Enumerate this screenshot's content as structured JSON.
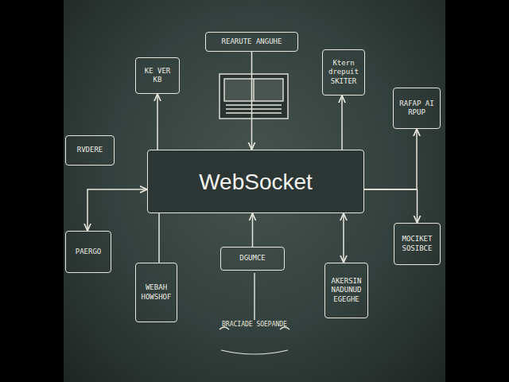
{
  "diagram": {
    "nodes": [
      {
        "text": [
          "REARUTE ANGUHE"
        ]
      },
      {
        "text": [
          "KE VER KB"
        ]
      },
      {
        "text": [
          "Ktern drepuit SKITER"
        ]
      },
      {
        "text": [
          "RAFAP AI RPUP"
        ]
      },
      {
        "text": [
          "RVDERE"
        ]
      },
      {
        "text": [
          "WebSocket"
        ]
      },
      {
        "text": [
          "PAERGO"
        ]
      },
      {
        "text": [
          "WEBAH HOWSHOF"
        ]
      },
      {
        "text": [
          "DGUMCE"
        ]
      },
      {
        "text": [
          "AKERSIN NADUNUD EGEGHE"
        ]
      },
      {
        "text": [
          "MOCIKET SOSIBCE"
        ]
      }
    ],
    "edges": [
      {
        "from": 5,
        "to": 1,
        "arrow": "to"
      },
      {
        "from": 0,
        "to": 5,
        "arrow": "to"
      },
      {
        "from": 5,
        "to": 2,
        "arrow": "to"
      },
      {
        "from": 5,
        "to": 3,
        "arrow": "to"
      },
      {
        "from": 5,
        "to": 10,
        "arrow": "to"
      },
      {
        "from": 6,
        "to": 5,
        "arrow": "both"
      },
      {
        "from": 7,
        "to": 5,
        "arrow": "none"
      },
      {
        "from": 8,
        "to": 5,
        "arrow": "to"
      },
      {
        "from": 5,
        "to": 9,
        "arrow": "both"
      }
    ],
    "labels": [
      "BRACIADE SOEPANDE"
    ]
  }
}
